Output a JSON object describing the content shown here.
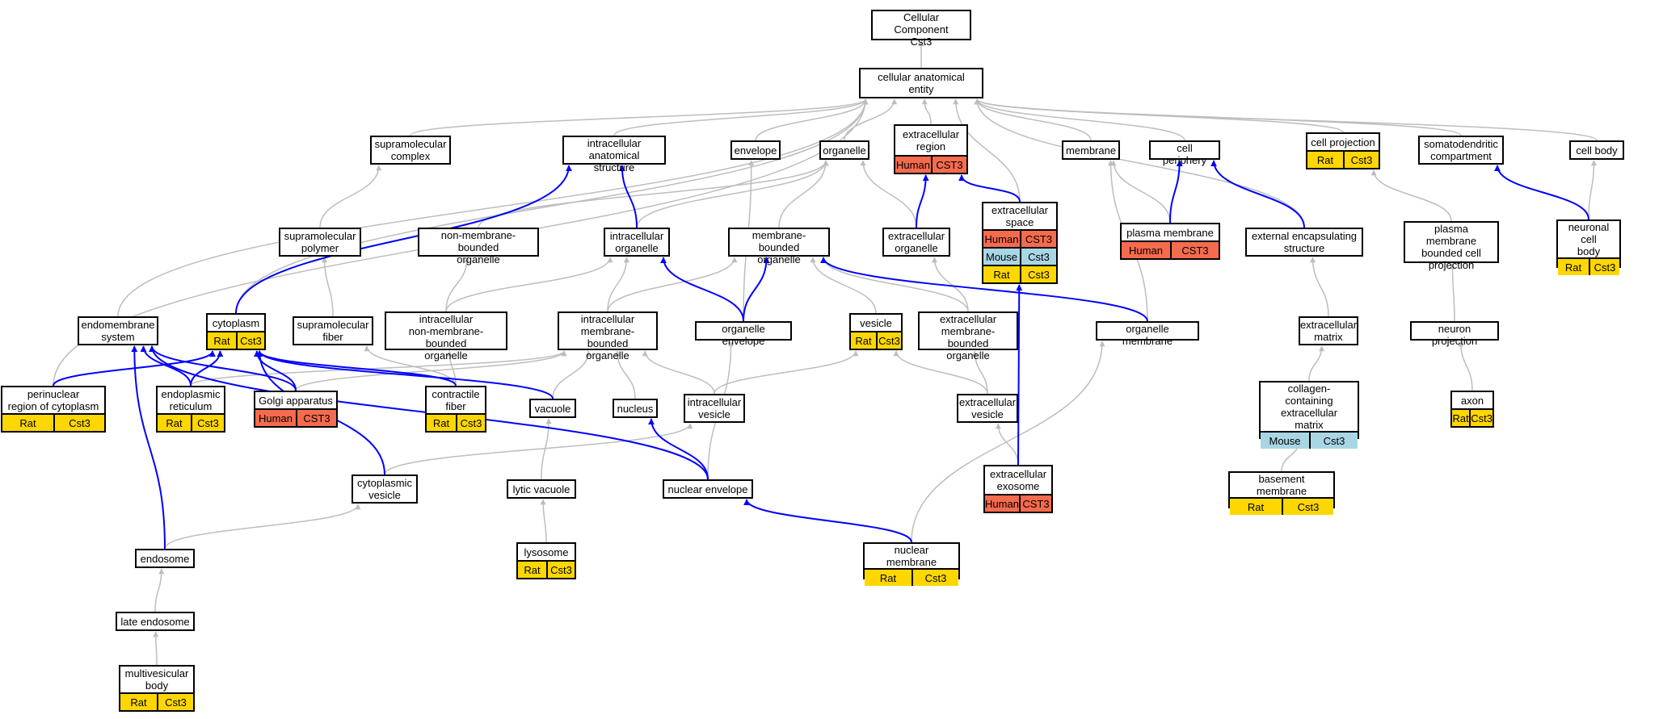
{
  "colors": {
    "human": "#f56b4d",
    "mouse": "#a9d6e5",
    "rat": "#ffd700",
    "edge_default": "#bdbdbd",
    "edge_highlight": "#0000ff"
  },
  "nodes": [
    {
      "id": "root",
      "label": "Cellular Component\nCst3"
    },
    {
      "id": "cae",
      "label": "cellular anatomical\nentity"
    },
    {
      "id": "supra_complex",
      "label": "supramolecular\ncomplex"
    },
    {
      "id": "ias",
      "label": "intracellular\nanatomical structure"
    },
    {
      "id": "envelope",
      "label": "envelope"
    },
    {
      "id": "organelle",
      "label": "organelle"
    },
    {
      "id": "ext_region",
      "label": "extracellular\nregion",
      "rows": [
        [
          {
            "text": "Human",
            "sp": "human"
          },
          {
            "text": "CST3",
            "sp": "human"
          }
        ]
      ]
    },
    {
      "id": "membrane",
      "label": "membrane"
    },
    {
      "id": "cell_periphery",
      "label": "cell periphery"
    },
    {
      "id": "cell_projection",
      "label": "cell projection",
      "rows": [
        [
          {
            "text": "Rat",
            "sp": "rat"
          },
          {
            "text": "Cst3",
            "sp": "rat"
          }
        ]
      ]
    },
    {
      "id": "somatodendritic",
      "label": "somatodendritic\ncompartment"
    },
    {
      "id": "cell_body",
      "label": "cell body"
    },
    {
      "id": "supra_polymer",
      "label": "supramolecular\npolymer"
    },
    {
      "id": "nmbo",
      "label": "non-membrane-bounded\norganelle"
    },
    {
      "id": "intra_org",
      "label": "intracellular\norganelle"
    },
    {
      "id": "mbo",
      "label": "membrane-bounded\norganelle"
    },
    {
      "id": "ext_org",
      "label": "extracellular\norganelle"
    },
    {
      "id": "ext_space",
      "label": "extracellular\nspace",
      "rows": [
        [
          {
            "text": "Human",
            "sp": "human"
          },
          {
            "text": "CST3",
            "sp": "human"
          }
        ],
        [
          {
            "text": "Mouse",
            "sp": "mouse"
          },
          {
            "text": "Cst3",
            "sp": "mouse"
          }
        ],
        [
          {
            "text": "Rat",
            "sp": "rat"
          },
          {
            "text": "Cst3",
            "sp": "rat"
          }
        ]
      ]
    },
    {
      "id": "plasma_membrane",
      "label": "plasma membrane",
      "rows": [
        [
          {
            "text": "Human",
            "sp": "human"
          },
          {
            "text": "CST3",
            "sp": "human"
          }
        ]
      ]
    },
    {
      "id": "ext_encap",
      "label": "external encapsulating\nstructure"
    },
    {
      "id": "pm_bounded_proj",
      "label": "plasma membrane\nbounded cell\nprojection"
    },
    {
      "id": "neuronal_cell_body",
      "label": "neuronal cell\nbody",
      "rows": [
        [
          {
            "text": "Rat",
            "sp": "rat"
          },
          {
            "text": "Cst3",
            "sp": "rat"
          }
        ]
      ]
    },
    {
      "id": "endomembrane",
      "label": "endomembrane\nsystem"
    },
    {
      "id": "cytoplasm",
      "label": "cytoplasm",
      "rows": [
        [
          {
            "text": "Rat",
            "sp": "rat"
          },
          {
            "text": "Cst3",
            "sp": "rat"
          }
        ]
      ]
    },
    {
      "id": "supra_fiber",
      "label": "supramolecular\nfiber"
    },
    {
      "id": "i_nmbo",
      "label": "intracellular\nnon-membrane-bounded\norganelle"
    },
    {
      "id": "i_mbo",
      "label": "intracellular\nmembrane-bounded\norganelle"
    },
    {
      "id": "org_envelope",
      "label": "organelle envelope"
    },
    {
      "id": "vesicle",
      "label": "vesicle",
      "rows": [
        [
          {
            "text": "Rat",
            "sp": "rat"
          },
          {
            "text": "Cst3",
            "sp": "rat"
          }
        ]
      ]
    },
    {
      "id": "e_mbo",
      "label": "extracellular\nmembrane-bounded\norganelle"
    },
    {
      "id": "org_membrane",
      "label": "organelle membrane"
    },
    {
      "id": "ecm",
      "label": "extracellular\nmatrix"
    },
    {
      "id": "neuron_proj",
      "label": "neuron projection"
    },
    {
      "id": "perinuclear",
      "label": "perinuclear\nregion of cytoplasm",
      "rows": [
        [
          {
            "text": "Rat",
            "sp": "rat"
          },
          {
            "text": "Cst3",
            "sp": "rat"
          }
        ]
      ]
    },
    {
      "id": "er",
      "label": "endoplasmic\nreticulum",
      "rows": [
        [
          {
            "text": "Rat",
            "sp": "rat"
          },
          {
            "text": "Cst3",
            "sp": "rat"
          }
        ]
      ]
    },
    {
      "id": "golgi",
      "label": "Golgi apparatus",
      "rows": [
        [
          {
            "text": "Human",
            "sp": "human"
          },
          {
            "text": "CST3",
            "sp": "human"
          }
        ]
      ]
    },
    {
      "id": "contractile",
      "label": "contractile\nfiber",
      "rows": [
        [
          {
            "text": "Rat",
            "sp": "rat"
          },
          {
            "text": "Cst3",
            "sp": "rat"
          }
        ]
      ]
    },
    {
      "id": "vacuole",
      "label": "vacuole"
    },
    {
      "id": "nucleus",
      "label": "nucleus"
    },
    {
      "id": "intra_vesicle",
      "label": "intracellular\nvesicle"
    },
    {
      "id": "ext_vesicle",
      "label": "extracellular\nvesicle"
    },
    {
      "id": "collagen_ecm",
      "label": "collagen-containing\nextracellular\nmatrix",
      "rows": [
        [
          {
            "text": "Mouse",
            "sp": "mouse"
          },
          {
            "text": "Cst3",
            "sp": "mouse"
          }
        ]
      ]
    },
    {
      "id": "axon",
      "label": "axon",
      "rows": [
        [
          {
            "text": "Rat",
            "sp": "rat"
          },
          {
            "text": "Cst3",
            "sp": "rat"
          }
        ]
      ]
    },
    {
      "id": "cyto_vesicle",
      "label": "cytoplasmic\nvesicle"
    },
    {
      "id": "lytic_vacuole",
      "label": "lytic vacuole"
    },
    {
      "id": "nuclear_envelope",
      "label": "nuclear envelope"
    },
    {
      "id": "ext_exosome",
      "label": "extracellular\nexosome",
      "rows": [
        [
          {
            "text": "Human",
            "sp": "human"
          },
          {
            "text": "CST3",
            "sp": "human"
          }
        ]
      ]
    },
    {
      "id": "basement_membrane",
      "label": "basement membrane",
      "rows": [
        [
          {
            "text": "Rat",
            "sp": "rat"
          },
          {
            "text": "Cst3",
            "sp": "rat"
          }
        ]
      ]
    },
    {
      "id": "endosome",
      "label": "endosome"
    },
    {
      "id": "lysosome",
      "label": "lysosome",
      "rows": [
        [
          {
            "text": "Rat",
            "sp": "rat"
          },
          {
            "text": "Cst3",
            "sp": "rat"
          }
        ]
      ]
    },
    {
      "id": "nuclear_membrane",
      "label": "nuclear membrane",
      "rows": [
        [
          {
            "text": "Rat",
            "sp": "rat"
          },
          {
            "text": "Cst3",
            "sp": "rat"
          }
        ]
      ]
    },
    {
      "id": "late_endosome",
      "label": "late endosome"
    },
    {
      "id": "mvb",
      "label": "multivesicular\nbody",
      "rows": [
        [
          {
            "text": "Rat",
            "sp": "rat"
          },
          {
            "text": "Cst3",
            "sp": "rat"
          }
        ]
      ]
    }
  ],
  "edges": [
    {
      "from": "cae",
      "to": "root"
    },
    {
      "from": "supra_complex",
      "to": "cae"
    },
    {
      "from": "ias",
      "to": "cae"
    },
    {
      "from": "envelope",
      "to": "cae"
    },
    {
      "from": "organelle",
      "to": "cae"
    },
    {
      "from": "ext_region",
      "to": "cae"
    },
    {
      "from": "membrane",
      "to": "cae"
    },
    {
      "from": "cell_periphery",
      "to": "cae"
    },
    {
      "from": "cell_projection",
      "to": "cae"
    },
    {
      "from": "somatodendritic",
      "to": "cae"
    },
    {
      "from": "cell_body",
      "to": "cae"
    },
    {
      "from": "endomembrane",
      "to": "cae"
    },
    {
      "from": "cytoplasm",
      "to": "cae"
    },
    {
      "from": "perinuclear",
      "to": "cae"
    },
    {
      "from": "ext_space",
      "to": "cae"
    },
    {
      "from": "ext_encap",
      "to": "cae"
    },
    {
      "from": "supra_polymer",
      "to": "supra_complex"
    },
    {
      "from": "supra_fiber",
      "to": "supra_polymer"
    },
    {
      "from": "contractile",
      "to": "supra_fiber"
    },
    {
      "from": "nmbo",
      "to": "organelle"
    },
    {
      "from": "intra_org",
      "to": "organelle"
    },
    {
      "from": "mbo",
      "to": "organelle"
    },
    {
      "from": "ext_org",
      "to": "organelle"
    },
    {
      "from": "intra_org",
      "to": "ias",
      "hl": true
    },
    {
      "from": "cytoplasm",
      "to": "ias",
      "hl": true
    },
    {
      "from": "ext_org",
      "to": "ext_region",
      "hl": true
    },
    {
      "from": "ext_space",
      "to": "ext_region",
      "hl": true
    },
    {
      "from": "plasma_membrane",
      "to": "membrane"
    },
    {
      "from": "org_membrane",
      "to": "membrane"
    },
    {
      "from": "plasma_membrane",
      "to": "cell_periphery",
      "hl": true
    },
    {
      "from": "ext_encap",
      "to": "cell_periphery",
      "hl": true
    },
    {
      "from": "pm_bounded_proj",
      "to": "cell_projection"
    },
    {
      "from": "neuronal_cell_body",
      "to": "somatodendritic",
      "hl": true
    },
    {
      "from": "neuronal_cell_body",
      "to": "cell_body"
    },
    {
      "from": "i_nmbo",
      "to": "nmbo"
    },
    {
      "from": "i_nmbo",
      "to": "intra_org"
    },
    {
      "from": "i_mbo",
      "to": "intra_org"
    },
    {
      "from": "i_mbo",
      "to": "mbo"
    },
    {
      "from": "org_envelope",
      "to": "envelope"
    },
    {
      "from": "org_envelope",
      "to": "mbo",
      "hl": true
    },
    {
      "from": "org_envelope",
      "to": "intra_org",
      "hl": true
    },
    {
      "from": "vesicle",
      "to": "mbo"
    },
    {
      "from": "e_mbo",
      "to": "mbo"
    },
    {
      "from": "e_mbo",
      "to": "ext_org"
    },
    {
      "from": "org_membrane",
      "to": "mbo",
      "hl": true
    },
    {
      "from": "ecm",
      "to": "ext_encap"
    },
    {
      "from": "neuron_proj",
      "to": "pm_bounded_proj"
    },
    {
      "from": "axon",
      "to": "neuron_proj"
    },
    {
      "from": "collagen_ecm",
      "to": "ecm"
    },
    {
      "from": "basement_membrane",
      "to": "collagen_ecm"
    },
    {
      "from": "perinuclear",
      "to": "cytoplasm",
      "hl": true
    },
    {
      "from": "er",
      "to": "endomembrane",
      "hl": true
    },
    {
      "from": "er",
      "to": "cytoplasm",
      "hl": true
    },
    {
      "from": "er",
      "to": "i_mbo"
    },
    {
      "from": "golgi",
      "to": "endomembrane",
      "hl": true
    },
    {
      "from": "golgi",
      "to": "cytoplasm",
      "hl": true
    },
    {
      "from": "golgi",
      "to": "i_mbo"
    },
    {
      "from": "contractile",
      "to": "cytoplasm",
      "hl": true
    },
    {
      "from": "contractile",
      "to": "i_nmbo"
    },
    {
      "from": "vacuole",
      "to": "i_mbo"
    },
    {
      "from": "vacuole",
      "to": "cytoplasm",
      "hl": true
    },
    {
      "from": "nucleus",
      "to": "i_mbo"
    },
    {
      "from": "intra_vesicle",
      "to": "i_mbo"
    },
    {
      "from": "intra_vesicle",
      "to": "vesicle"
    },
    {
      "from": "ext_vesicle",
      "to": "vesicle"
    },
    {
      "from": "ext_vesicle",
      "to": "e_mbo"
    },
    {
      "from": "cyto_vesicle",
      "to": "intra_vesicle"
    },
    {
      "from": "cyto_vesicle",
      "to": "cytoplasm",
      "hl": true
    },
    {
      "from": "lytic_vacuole",
      "to": "vacuole"
    },
    {
      "from": "lysosome",
      "to": "lytic_vacuole"
    },
    {
      "from": "nuclear_envelope",
      "to": "nucleus",
      "hl": true
    },
    {
      "from": "nuclear_envelope",
      "to": "org_envelope"
    },
    {
      "from": "nuclear_envelope",
      "to": "endomembrane",
      "hl": true
    },
    {
      "from": "ext_exosome",
      "to": "ext_vesicle"
    },
    {
      "from": "ext_exosome",
      "to": "ext_space",
      "hl": true
    },
    {
      "from": "endosome",
      "to": "cyto_vesicle"
    },
    {
      "from": "endosome",
      "to": "endomembrane",
      "hl": true
    },
    {
      "from": "nuclear_membrane",
      "to": "nuclear_envelope",
      "hl": true
    },
    {
      "from": "nuclear_membrane",
      "to": "org_membrane"
    },
    {
      "from": "late_endosome",
      "to": "endosome"
    },
    {
      "from": "mvb",
      "to": "late_endosome"
    }
  ]
}
